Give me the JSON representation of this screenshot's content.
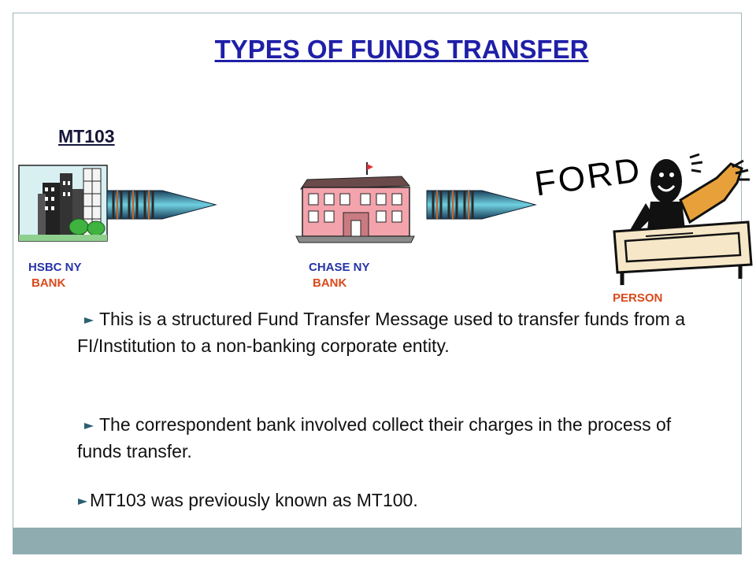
{
  "title": "TYPES OF FUNDS TRANSFER",
  "subtitle": "MT103",
  "banks": [
    {
      "name": "HSBC NY",
      "type": "BANK"
    },
    {
      "name": "CHASE NY",
      "type": "BANK"
    }
  ],
  "person": {
    "name": "FORD",
    "type": "PERSON"
  },
  "bullets": [
    "This is a structured Fund Transfer Message used to transfer funds from a FI/Institution to a non-banking corporate entity.",
    "The correspondent bank involved collect their charges in the process of funds transfer.",
    "MT103 was previously known as MT100."
  ],
  "colors": {
    "title": "#1f1fa8",
    "label_blue": "#2535a6",
    "label_orange": "#d84a1a",
    "footer": "#8fadb0"
  }
}
